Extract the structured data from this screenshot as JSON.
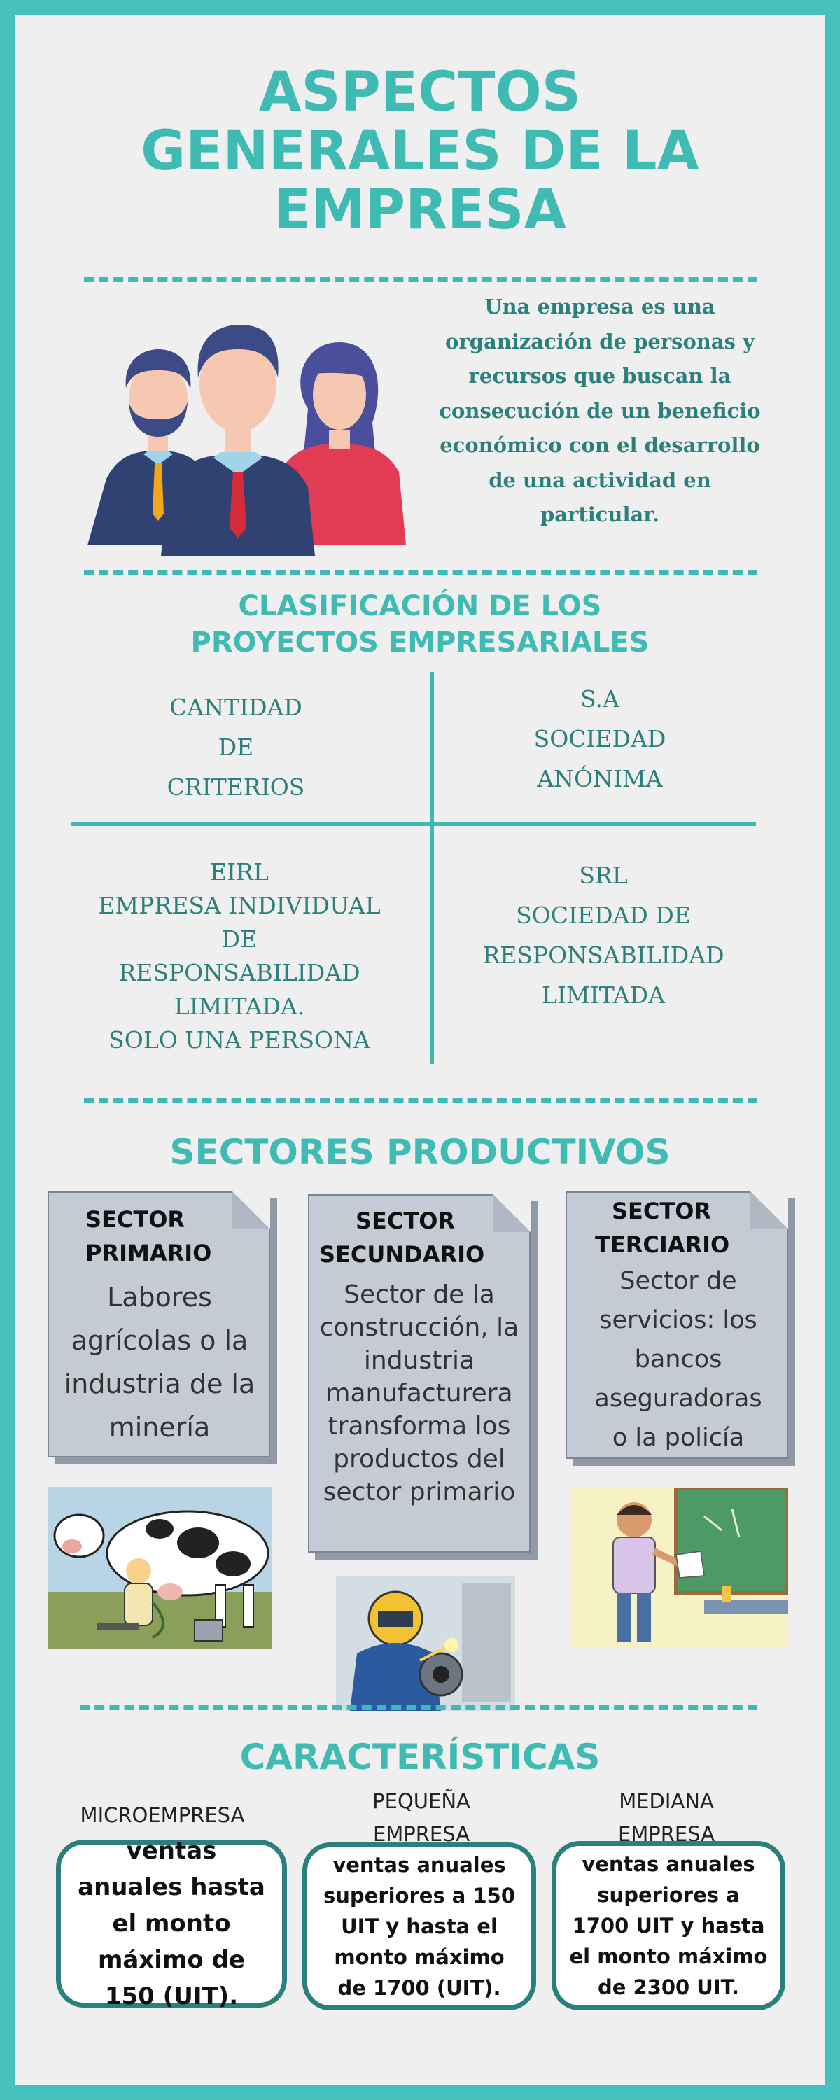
{
  "title": "ASPECTOS GENERALES DE LA EMPRESA",
  "intro": {
    "text": "Una empresa es una organización de personas y recursos que buscan la consecución de un beneficio económico con el desarrollo de una actividad en particular.",
    "icon": "business-people-icon"
  },
  "classification": {
    "heading_line1": "CLASIFICACIÓN DE LOS",
    "heading_line2": "PROYECTOS EMPRESARIALES",
    "cells": [
      {
        "lines": [
          "CANTIDAD",
          "DE",
          "CRITERIOS"
        ]
      },
      {
        "lines": [
          "S.A",
          "SOCIEDAD",
          "ANÓNIMA"
        ]
      },
      {
        "lines": [
          "EIRL",
          "EMPRESA INDIVIDUAL",
          "DE",
          "RESPONSABILIDAD",
          "LIMITADA.",
          "SOLO UNA PERSONA"
        ]
      },
      {
        "lines": [
          "SRL",
          "SOCIEDAD DE",
          "RESPONSABILIDAD",
          "LIMITADA"
        ]
      }
    ]
  },
  "sectors": {
    "heading": "SECTORES PRODUCTIVOS",
    "cards": [
      {
        "title_lines": [
          "SECTOR",
          "PRIMARIO"
        ],
        "body": "Labores agrícolas o la industria de la minería",
        "image": "cow-milking-illustration"
      },
      {
        "title_lines": [
          "SECTOR",
          "SECUNDARIO"
        ],
        "body": "Sector de la construcción, la industria manufacturera transforma los productos del sector primario",
        "image": "welder-illustration"
      },
      {
        "title_lines": [
          "SECTOR",
          "TERCIARIO"
        ],
        "body": "Sector de servicios: los bancos aseguradoras o la policía",
        "image": "teacher-illustration"
      }
    ]
  },
  "characteristics": {
    "heading": "CARACTERÍSTICAS",
    "items": [
      {
        "label": "MICROEMPRESA",
        "text": "ventas anuales hasta el monto máximo de 150 (UIT)."
      },
      {
        "label": "PEQUEÑA EMPRESA",
        "text": "ventas anuales superiores a 150 UIT y hasta el monto máximo de 1700 (UIT)."
      },
      {
        "label": "MEDIANA EMPRESA",
        "text": "ventas anuales superiores a 1700 UIT y hasta el monto máximo de 2300 UIT."
      }
    ]
  },
  "colors": {
    "border": "#46c1bd",
    "accent": "#3fbbb4",
    "dark_teal": "#2b7f7d",
    "card": "#c4cbd4"
  }
}
